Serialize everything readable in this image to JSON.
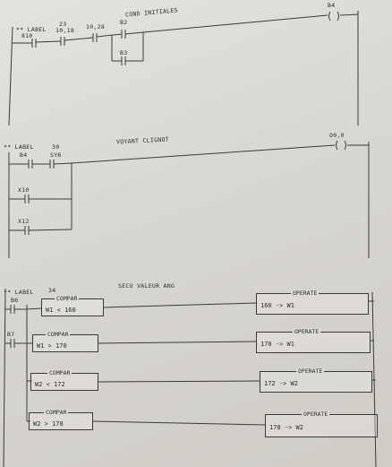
{
  "rung1": {
    "label_tag": "** LABEL",
    "label_num": "810",
    "c1": "23",
    "c2": "10,18",
    "c3": "10,28",
    "c4": "B2",
    "c5": "B3",
    "comment": "COND INITIALES",
    "coil": "B4"
  },
  "rung2": {
    "label_tag": "** LABEL",
    "label_num": "30",
    "c1": "B4",
    "c2": "SY6",
    "c3": "X10",
    "c4": "X12",
    "comment": "VOYANT CLIGNOT",
    "coil": "O0,0"
  },
  "rung3": {
    "label_tag": "** LABEL",
    "label_num": "34",
    "c1": "B6",
    "c2": "B7",
    "comment": "SECU VALEUR ANG",
    "compare_header": "COMPAR",
    "operate_header": "OPERATE",
    "compares": [
      "W1 <  160",
      "W1 >  170",
      "W2 <  172",
      "W2 >  178"
    ],
    "operates": [
      "160  -> W1",
      "170  -> W1",
      "172  -> W2",
      "178  -> W2"
    ]
  }
}
